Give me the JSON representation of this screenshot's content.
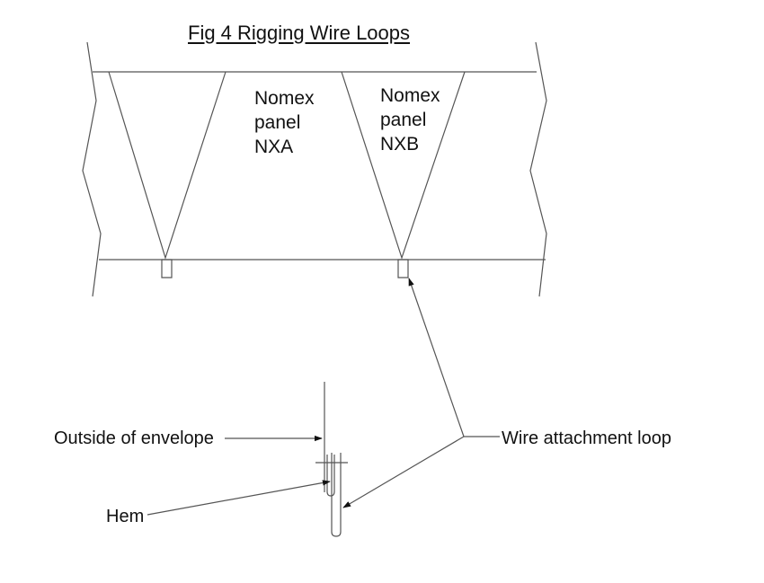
{
  "title": "Fig 4 Rigging Wire Loops",
  "panels": [
    {
      "lines": [
        "Nomex",
        "panel",
        "NXA"
      ]
    },
    {
      "lines": [
        "Nomex",
        "panel",
        "NXB"
      ]
    }
  ],
  "callouts": {
    "outside": "Outside of envelope",
    "hem": "Hem",
    "wire_loop": "Wire attachment loop"
  },
  "colors": {
    "line": "#555555",
    "text": "#111111"
  }
}
